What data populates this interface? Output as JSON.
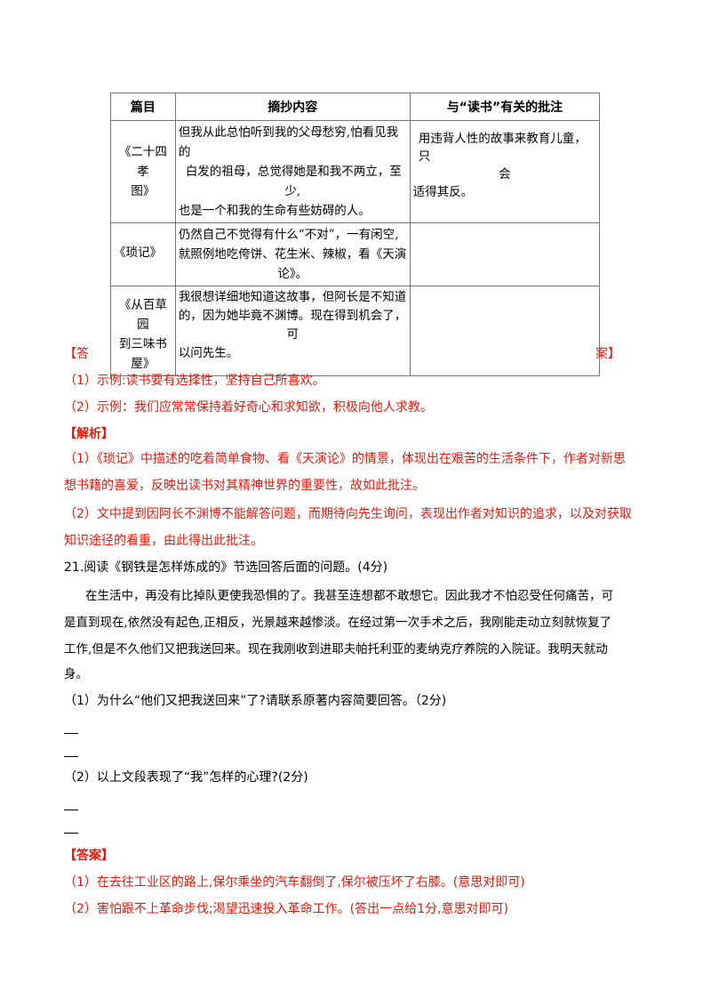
{
  "table": {
    "headers": [
      "篇目",
      "摘抄内容",
      "与“读书”有关的批注"
    ],
    "rows": [
      {
        "title_lines": [
          "《二十四孝",
          "图》"
        ],
        "excerpt_lines": [
          "但我从此总怕听到我的父母愁穷,怕看见我的",
          "白发的祖母，总觉得她是和我不两立，至",
          "少,",
          "也是一个和我的生命有些妨碍的人。"
        ],
        "note_lines": [
          "用违背人性的故事来教育儿童，只",
          "会",
          "适得其反。"
        ]
      },
      {
        "title_lines": [
          "《琐记》"
        ],
        "excerpt_lines": [
          "仍然自己不觉得有什么“不对”，一有闲空,",
          "就照例地吃侉饼、花生米、辣椒，看《天演",
          "论》。"
        ],
        "note_lines": []
      },
      {
        "title_lines": [
          "《从百草园",
          "到三味书",
          "屋》"
        ],
        "excerpt_lines": [
          "我很想详细地知道这故事，但阿长是不知道",
          "的，因为她毕竟不渊博。现在得到机会了，",
          "可",
          "以问先生。"
        ],
        "note_lines": []
      }
    ]
  },
  "answer1": {
    "label_left": "【答",
    "label_right": "案】",
    "items": [
      "（1）示例:读书要有选择性，坚持自己所喜欢。",
      "（2）示例：我们应常常保持着好奇心和求知欲，积极向他人求教。"
    ]
  },
  "analysis": {
    "label": "【解析】",
    "lines": [
      "（1）《琐记》中描述的吃着简单食物、看《天演论》的情景，体现出在艰苦的生活条件下，作者对新思",
      "想书籍的喜爱，反映出读书对其精神世界的重要性，故如此批注。",
      "（2）文中提到因阿长不渊博不能解答问题，而期待向先生询问，表现出作者对知识的追求，以及对获取",
      "知识途径的看重，由此得出此批注。"
    ]
  },
  "question21": {
    "heading": "21.阅读《钢铁是怎样炼成的》节选回答后面的问题。(4分)",
    "passage": [
      "在生活中，再没有比掉队更使我恐惧的了。我甚至连想都不敢想它。因此我才不怕忍受任何痛苦，可",
      "是直到现在,依然没有起色,正相反，光景越来越惨淡。在经过第一次手术之后，我刚能走动立刻就恢复了",
      "工作,但是不久他们又把我送回来。现在我刚收到进耶夫帕托利亚的麦纳克疗养院的入院证。我明天就动",
      "身。"
    ],
    "q1": "（1）为什么“他们又把我送回来”了?请联系原著内容简要回答。（2分)",
    "q2": "（2）以上文段表现了“我”怎样的心理?(2分)"
  },
  "answer2": {
    "label": "【答案】",
    "items": [
      "（1）在去往工业区的路上,保尔乘坐的汽车翻倒了,保尔被压坏了右膝。(意思对即可)",
      "（2）害怕跟不上革命步伐;渴望迅速投入革命工作。(答出一点给1分,意思对即可)"
    ]
  }
}
